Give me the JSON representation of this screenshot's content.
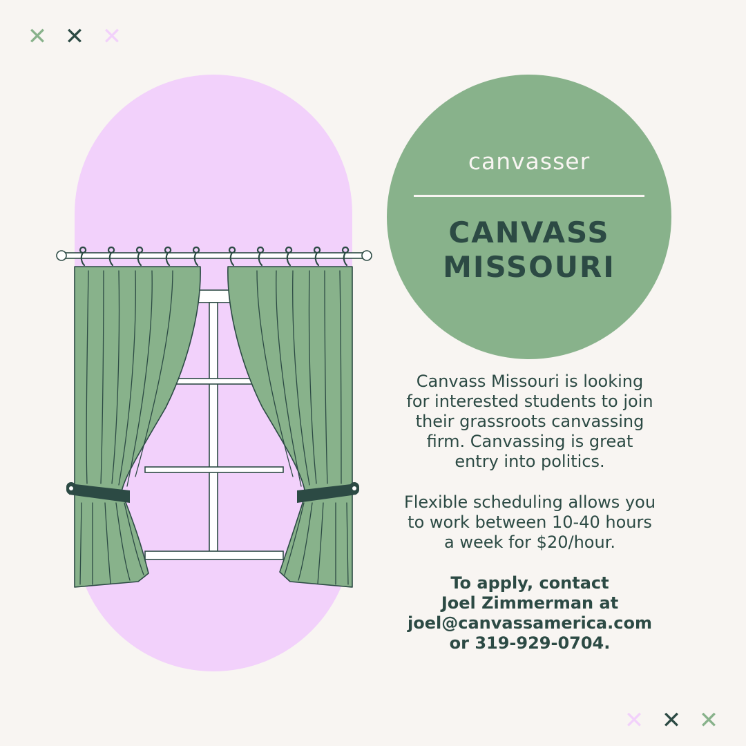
{
  "colors": {
    "background": "#f8f5f2",
    "green": "#88b28b",
    "dark_green": "#2c4a44",
    "pink": "#f2d1fb",
    "white": "#ffffff"
  },
  "decorations": {
    "top_marks": [
      {
        "glyph": "✕",
        "color": "#88b28b"
      },
      {
        "glyph": "✕",
        "color": "#2c4a44"
      },
      {
        "glyph": "✕",
        "color": "#f2d1fb"
      }
    ],
    "bottom_marks": [
      {
        "glyph": "✕",
        "color": "#f2d1fb"
      },
      {
        "glyph": "✕",
        "color": "#2c4a44"
      },
      {
        "glyph": "✕",
        "color": "#88b28b"
      }
    ]
  },
  "illustration": {
    "icon": "window-with-curtains-illustration"
  },
  "badge": {
    "subtitle": "canvasser",
    "title_lines": [
      "CANVASS",
      "MISSOURI"
    ]
  },
  "description": {
    "paragraph1_lines": [
      "Canvass Missouri is looking",
      "for interested students to join",
      "their grassroots canvassing",
      "firm. Canvassing is great",
      "entry into politics."
    ],
    "paragraph2_lines": [
      "Flexible scheduling allows you",
      "to work between 10-40 hours",
      "a week for $20/hour."
    ]
  },
  "contact": {
    "lines": [
      "To apply, contact",
      "Joel Zimmerman at",
      "joel@canvassamerica.com",
      "or 319-929-0704."
    ]
  }
}
